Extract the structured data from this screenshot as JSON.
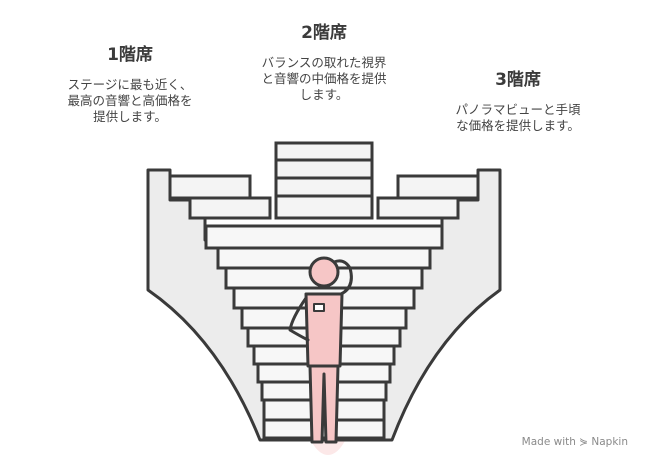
{
  "tiers": [
    {
      "title": "1階席",
      "lines": [
        "ステージに最も近く、",
        "最高の音響と高価格を",
        "提供します。"
      ]
    },
    {
      "title": "2階席",
      "lines": [
        "バランスの取れた視界",
        "と音響の中価格を提供",
        "します。"
      ]
    },
    {
      "title": "3階席",
      "lines": [
        "パノラマビューと手頃",
        "な価格を提供します。"
      ]
    }
  ],
  "credit": {
    "prefix": "Made with",
    "brand": "Napkin",
    "icon": "napkin-logo-icon"
  },
  "colors": {
    "stroke": "#3a3a3a",
    "fill": "#e9e9e9",
    "figure": "#f6c6c6",
    "accent": "#f3a9a9"
  }
}
